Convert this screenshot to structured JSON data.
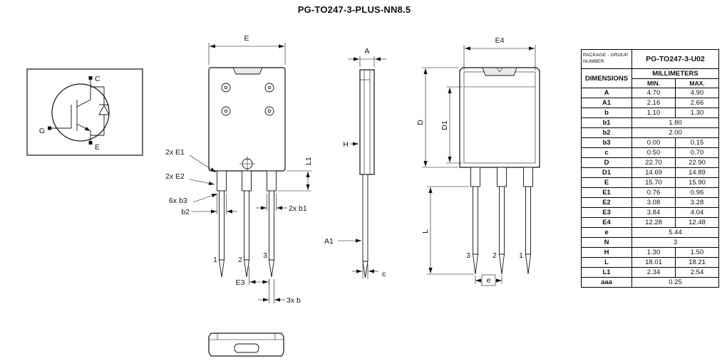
{
  "title": "PG-TO247-3-PLUS-NN8.5",
  "symbol": {
    "collector": "C",
    "gate": "G",
    "emitter": "E"
  },
  "front_view": {
    "dim_e": "E",
    "dim_l1": "L1",
    "dim_e1": "2x E1",
    "dim_e2": "2x E2",
    "dim_b3": "6x b3",
    "dim_b2": "b2",
    "dim_b1": "2x b1",
    "dim_e3": "E3",
    "dim_b": "3x b",
    "pin1": "1",
    "pin2": "2",
    "pin3": "3"
  },
  "side_view": {
    "dim_a": "A",
    "dim_h": "H",
    "dim_a1": "A1",
    "dim_c": "c"
  },
  "back_view": {
    "dim_e4": "E4",
    "dim_d": "D",
    "dim_d1": "D1",
    "dim_l": "L",
    "dim_e_pitch": "e",
    "pin1": "1",
    "pin2": "2",
    "pin3": "3"
  },
  "table": {
    "package_group_label": "PACKAGE - GROUP\nNUMBER:",
    "package_group_value": "PG-TO247-3-U02",
    "dimensions_header": "DIMENSIONS",
    "millimeters_header": "MILLIMETERS",
    "min_header": "MIN.",
    "max_header": "MAX.",
    "rows": [
      {
        "dim": "A",
        "min": "4.70",
        "max": "4.90"
      },
      {
        "dim": "A1",
        "min": "2.16",
        "max": "2.66"
      },
      {
        "dim": "b",
        "min": "1.10",
        "max": "1.30"
      },
      {
        "dim": "b1",
        "span": "1.80"
      },
      {
        "dim": "b2",
        "span": "2.00"
      },
      {
        "dim": "b3",
        "min": "0.00",
        "max": "0.15"
      },
      {
        "dim": "c",
        "min": "0.50",
        "max": "0.70"
      },
      {
        "dim": "D",
        "min": "22.70",
        "max": "22.90"
      },
      {
        "dim": "D1",
        "min": "14.69",
        "max": "14.89"
      },
      {
        "dim": "E",
        "min": "15.70",
        "max": "15.90"
      },
      {
        "dim": "E1",
        "min": "0.76",
        "max": "0.96"
      },
      {
        "dim": "E2",
        "min": "3.08",
        "max": "3.28"
      },
      {
        "dim": "E3",
        "min": "3.84",
        "max": "4.04"
      },
      {
        "dim": "E4",
        "min": "12.28",
        "max": "12.48"
      },
      {
        "dim": "e",
        "span": "5.44"
      },
      {
        "dim": "N",
        "span": "3"
      },
      {
        "dim": "H",
        "min": "1.30",
        "max": "1.50"
      },
      {
        "dim": "L",
        "min": "18.01",
        "max": "18.21"
      },
      {
        "dim": "L1",
        "min": "2.34",
        "max": "2.54"
      },
      {
        "dim": "aaa",
        "span": "0.25"
      }
    ]
  }
}
